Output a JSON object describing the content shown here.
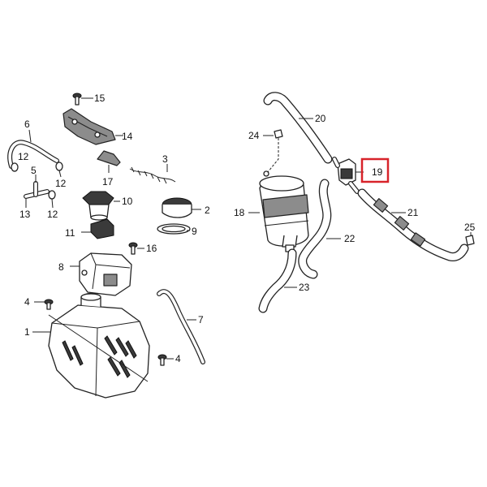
{
  "highlight_color": "#d8232a",
  "highlighted_callout": "19",
  "callouts": {
    "c1": "1",
    "c2": "2",
    "c3": "3",
    "c4a": "4",
    "c4b": "4",
    "c5": "5",
    "c6": "6",
    "c7": "7",
    "c8": "8",
    "c9": "9",
    "c10": "10",
    "c11": "11",
    "c12a": "12",
    "c12b": "12",
    "c12c": "12",
    "c13": "13",
    "c14": "14",
    "c15": "15",
    "c16": "16",
    "c17": "17",
    "c18": "18",
    "c19": "19",
    "c20": "20",
    "c21": "21",
    "c22": "22",
    "c23": "23",
    "c24": "24",
    "c25": "25"
  }
}
